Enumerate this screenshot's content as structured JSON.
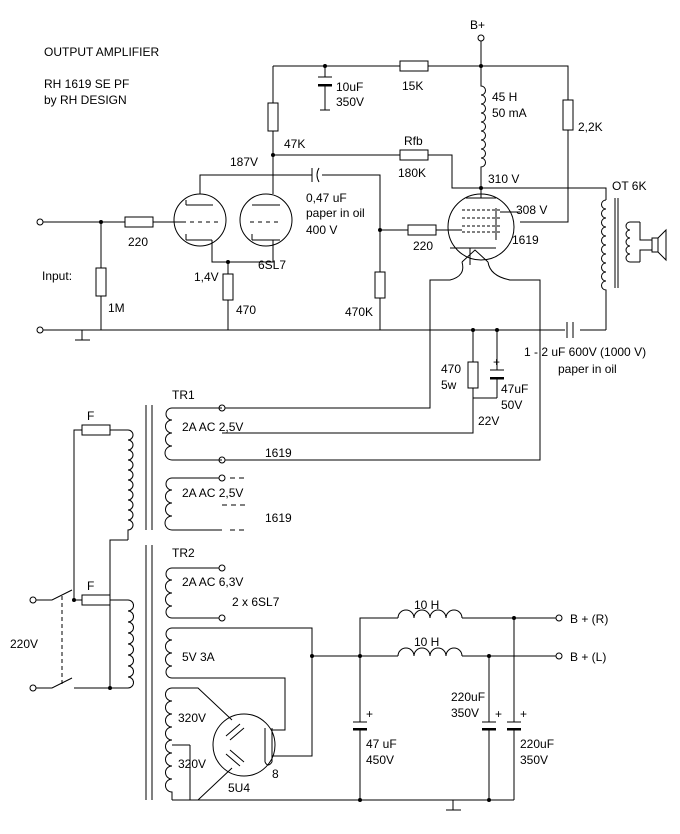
{
  "header": {
    "title": "OUTPUT AMPLIFIER",
    "model": "RH 1619 SE PF",
    "author": "by RH DESIGN"
  },
  "labels": {
    "b_plus_top": "B+",
    "cap_10uf": "10uF",
    "cap_10uf_v": "350V",
    "r_15k": "15K",
    "choke_45h": "45 H",
    "choke_45h_ma": "50 mA",
    "r_2_2k": "2,2K",
    "r_47k": "47K",
    "rfb": "Rfb",
    "r_180k": "180K",
    "v_187": "187V",
    "v_310": "310 V",
    "ot": "OT  6K",
    "cap_047": "0,47 uF",
    "cap_047_desc": "paper in oil",
    "cap_047_v": "400 V",
    "v_308": "308 V",
    "r_220_in": "220",
    "r_220_grid": "220",
    "tube_1619": "1619",
    "tube_6sl7": "6SL7",
    "v_14": "1,4V",
    "r_470_cath": "470",
    "r_470k": "470K",
    "r_1m": "1M",
    "input": "Input:",
    "r_470_5w": "470",
    "r_470_5w_w": "5w",
    "cap_47uf": "47uF",
    "cap_47uf_v": "50V",
    "v_22": "22V",
    "cap_out": "1 - 2 uF 600V  (1000 V)",
    "cap_out_desc": "paper in oil",
    "tr1": "TR1",
    "tr1_w1": "2A  AC  2,5V",
    "tr1_w1_tube": "1619",
    "tr1_w2": "2A  AC  2,5V",
    "tr1_w2_tube": "1619",
    "fuse1": "F",
    "fuse2": "F",
    "tr2": "TR2",
    "tr2_w1": "2A  AC  6,3V",
    "tr2_w1_tube": "2 x  6SL7",
    "tr2_w2": "5V  3A",
    "tr2_hv1": "320V",
    "tr2_hv2": "320V",
    "mains": "220V",
    "rect": "5U4",
    "rect_pin": "8",
    "choke_10h_r": "10 H",
    "choke_10h_l": "10 H",
    "bplus_r": "B +  (R)",
    "bplus_l": "B +  (L)",
    "cap_47_450": "47 uF",
    "cap_47_450_v": "450V",
    "cap_220a": "220uF",
    "cap_220a_v": "350V",
    "cap_220b": "220uF",
    "cap_220b_v": "350V",
    "plus": "+"
  }
}
